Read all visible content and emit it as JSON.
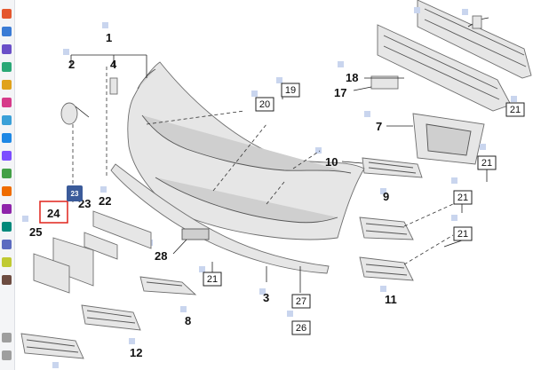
{
  "callouts": [
    {
      "id": "c1",
      "label": "1"
    },
    {
      "id": "c2",
      "label": "2"
    },
    {
      "id": "c4",
      "label": "4"
    },
    {
      "id": "c18",
      "label": "18"
    },
    {
      "id": "c17",
      "label": "17"
    },
    {
      "id": "c7",
      "label": "7"
    },
    {
      "id": "c10",
      "label": "10"
    },
    {
      "id": "c9",
      "label": "9"
    },
    {
      "id": "c22",
      "label": "22"
    },
    {
      "id": "c23",
      "label": "23"
    },
    {
      "id": "c24",
      "label": "24"
    },
    {
      "id": "c25",
      "label": "25"
    },
    {
      "id": "c28",
      "label": "28"
    },
    {
      "id": "c3",
      "label": "3"
    },
    {
      "id": "c8",
      "label": "8"
    },
    {
      "id": "c12",
      "label": "12"
    },
    {
      "id": "c11",
      "label": "11"
    }
  ],
  "boxed_callouts": [
    {
      "id": "b19",
      "label": "19"
    },
    {
      "id": "b20",
      "label": "20"
    },
    {
      "id": "b21a",
      "label": "21"
    },
    {
      "id": "b21b",
      "label": "21"
    },
    {
      "id": "b21c",
      "label": "21"
    },
    {
      "id": "b21d",
      "label": "21"
    },
    {
      "id": "b21e",
      "label": "21"
    },
    {
      "id": "b27",
      "label": "27"
    },
    {
      "id": "b26",
      "label": "26"
    }
  ],
  "selected_badge": {
    "label": "23",
    "color": "#3b5b9a"
  },
  "highlight": {
    "label": "24",
    "color": "#e0231b"
  },
  "accent_colors": {
    "marker": "#c9d5ee",
    "sidebar": "#f4f5f7"
  },
  "sidebar_icons": [
    "home-icon",
    "search-icon",
    "user-icon",
    "edit-icon",
    "bell-icon",
    "star-icon",
    "settings-icon",
    "share-icon",
    "chart-icon",
    "mail-icon",
    "folder-icon",
    "help-icon",
    "cloud-icon",
    "lock-icon",
    "plus-icon",
    "tag-icon",
    "info-icon",
    "grid-icon"
  ]
}
